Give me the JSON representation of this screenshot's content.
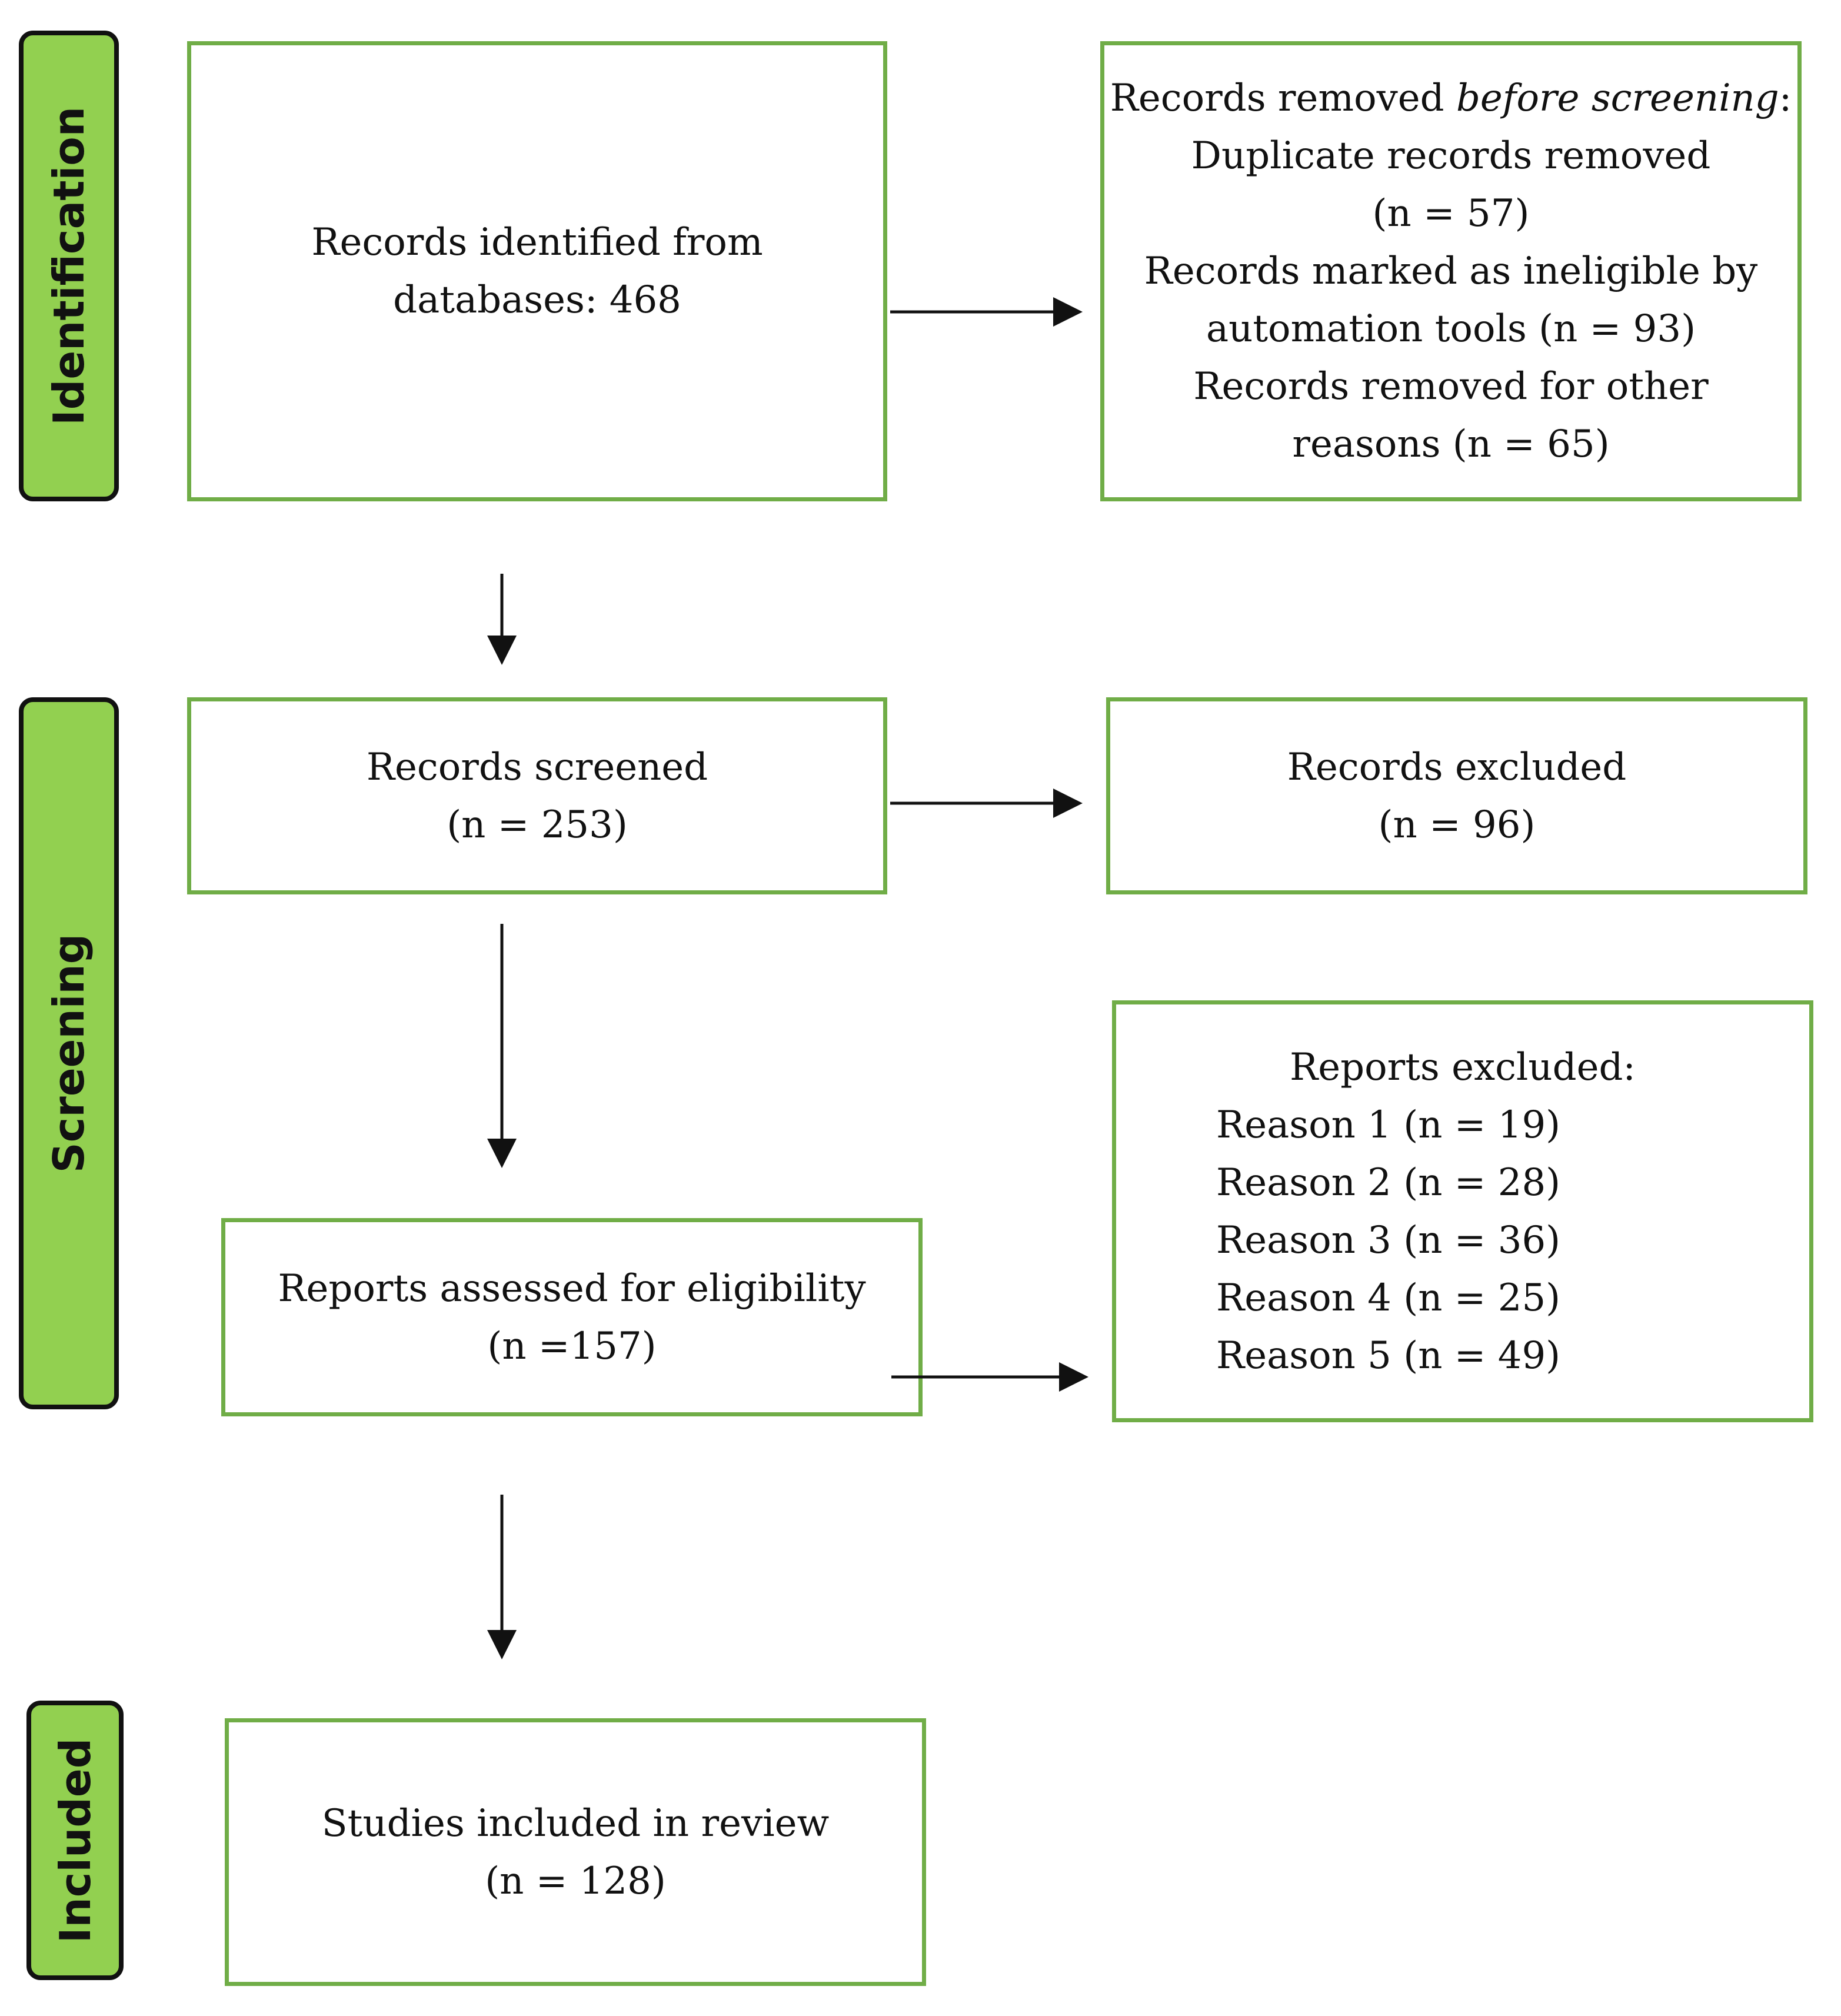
{
  "phases": {
    "identification": "Identification",
    "screening": "Screening",
    "included": "Included"
  },
  "boxes": {
    "identified": {
      "line1": "Records identified from",
      "line2": "databases: 468"
    },
    "removed": {
      "line1_pre": "Records removed ",
      "line1_italic": "before screening",
      "line1_post": ":",
      "line2": "Duplicate records removed",
      "line3": "(n = 57)",
      "line4": "Records marked as ineligible by",
      "line5": "automation tools (n = 93)",
      "line6": "Records removed for other",
      "line7": "reasons (n = 65)"
    },
    "screened": {
      "line1": "Records screened",
      "line2": "(n = 253)"
    },
    "excluded": {
      "line1": "Records excluded",
      "line2": "(n = 96)"
    },
    "assessed": {
      "line1": "Reports assessed for eligibility",
      "line2": "(n =157)"
    },
    "reports_excluded": {
      "title": "Reports excluded:",
      "reasons": [
        "Reason 1 (n = 19)",
        "Reason 2 (n = 28)",
        "Reason 3 (n = 36)",
        "Reason 4 (n = 25)",
        "Reason 5 (n = 49)"
      ]
    },
    "included": {
      "line1": "Studies included in review",
      "line2": "(n = 128)"
    }
  },
  "colors": {
    "phase_fill": "#92d050",
    "box_border": "#70ad47",
    "arrow": "#111111"
  }
}
